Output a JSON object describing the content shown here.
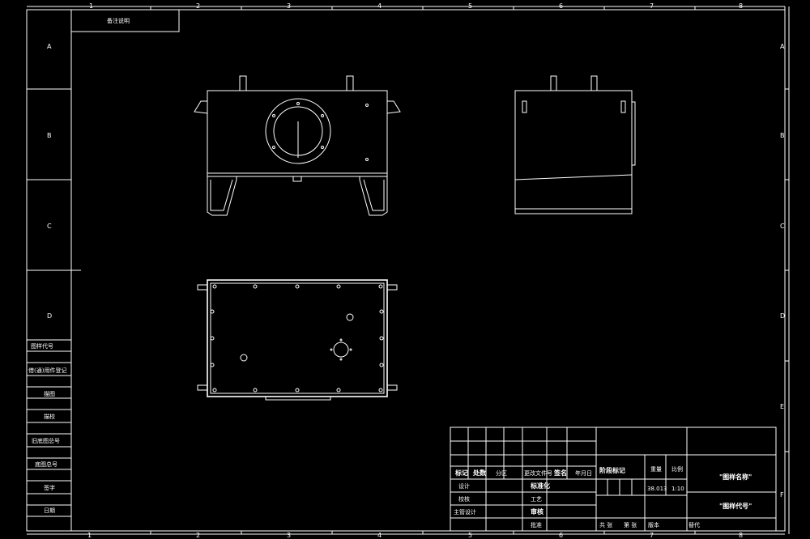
{
  "border": {
    "top_numbers": [
      "1",
      "2",
      "3",
      "4",
      "5",
      "6",
      "7",
      "8"
    ],
    "bottom_numbers": [
      "1",
      "2",
      "3",
      "4",
      "5",
      "6",
      "7",
      "8"
    ],
    "left_letters": [
      "A",
      "B",
      "C",
      "D"
    ],
    "right_letters": [
      "A",
      "B",
      "C",
      "D",
      "E",
      "F"
    ]
  },
  "corner_label": "备注说明",
  "left_strip": [
    "图样代号",
    "借(通)用件登记",
    "描图",
    "描校",
    "旧底图总号",
    "底图总号",
    "签字",
    "日期"
  ],
  "title_block": {
    "header_row": [
      "标记",
      "处数",
      "分区",
      "更改文件号",
      "签名",
      "年月日"
    ],
    "rows": [
      [
        "设计",
        "",
        "标准化",
        ""
      ],
      [
        "校核",
        "",
        "工艺",
        ""
      ],
      [
        "主管设计",
        "",
        "审核",
        ""
      ],
      [
        "",
        "",
        "批准",
        ""
      ]
    ],
    "stage_label": "阶段标记",
    "weight_label": "重量",
    "scale_label": "比例",
    "weight_value": "38.013",
    "scale_value": "1:10",
    "bottom_labels": [
      "共 张",
      "第 张",
      "版本",
      "替代"
    ],
    "drawing_name": "\"图样名称\"",
    "drawing_code": "\"图样代号\""
  }
}
